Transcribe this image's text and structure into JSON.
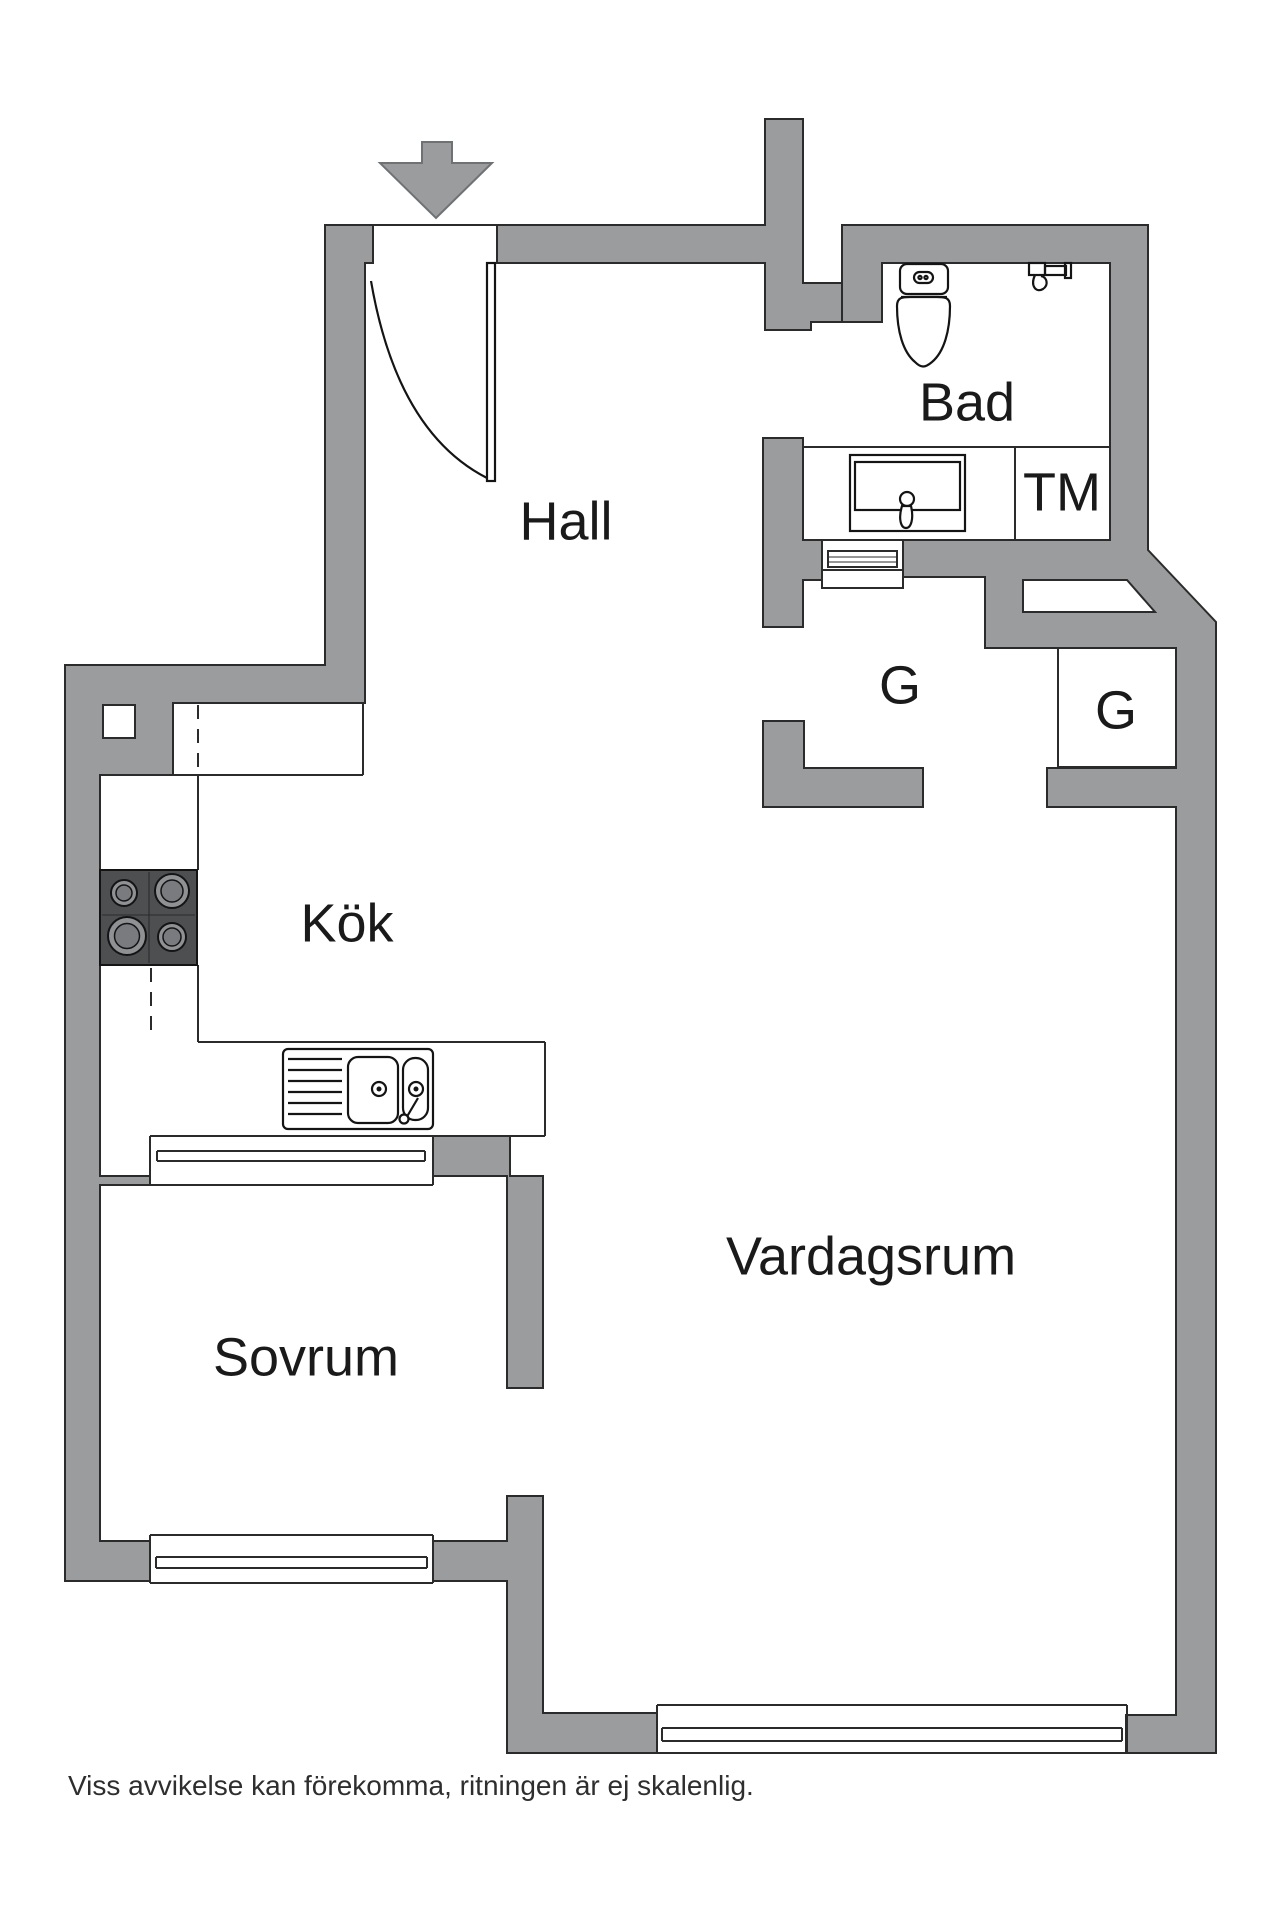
{
  "floorplan": {
    "rooms": {
      "hall": "Hall",
      "bad": "Bad",
      "tm": "TM",
      "g_left": "G",
      "g_right": "G",
      "kok": "Kök",
      "vardagsrum": "Vardagsrum",
      "sovrum": "Sovrum"
    },
    "footer": "Viss avvikelse kan förekomma, ritningen är ej skalenlig.",
    "icons": [
      "entry-arrow-icon",
      "entry-door-icon",
      "toilet-icon",
      "bathroom-sink-icon",
      "wall-faucet-icon",
      "cooktop-icon",
      "kitchen-sink-icon",
      "window-icon"
    ],
    "colors": {
      "wall_fill": "#9a9c9e",
      "outline": "#2b2b2b",
      "stove_fill": "#4d4f51",
      "text": "#1a1a1a",
      "background": "#ffffff"
    }
  }
}
